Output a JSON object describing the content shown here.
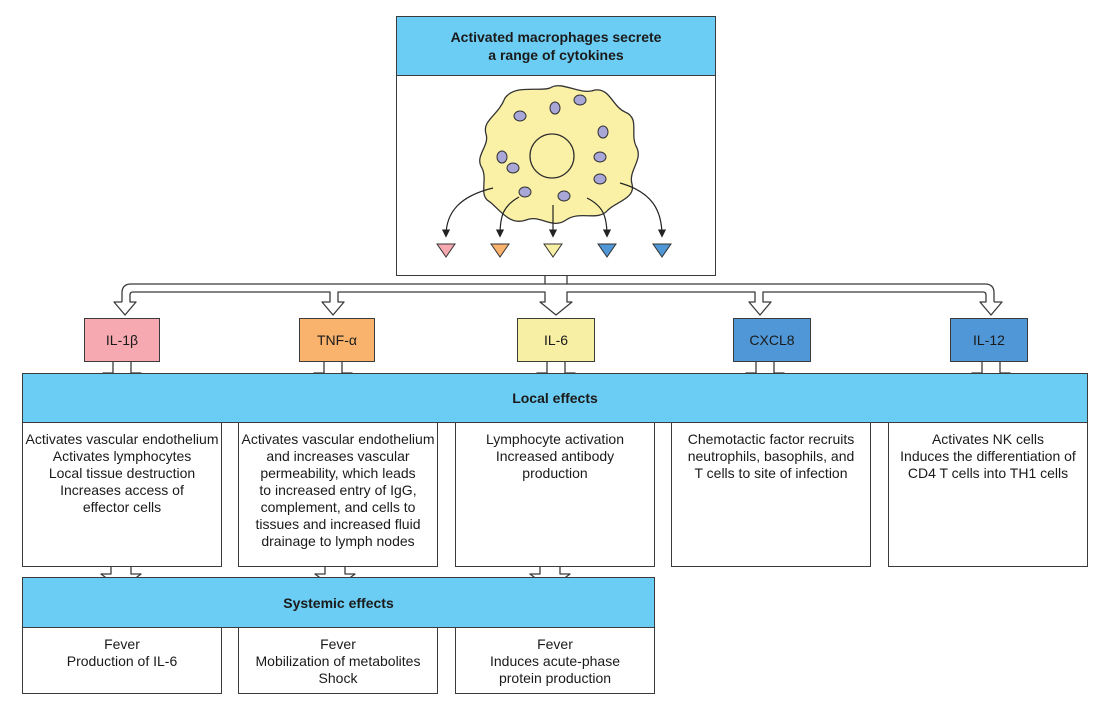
{
  "title": {
    "line1": "Activated macrophages secrete",
    "line2": "a range of cytokines"
  },
  "cytokines": [
    {
      "label": "IL-1β",
      "color": "#f6a9b0"
    },
    {
      "label": "TNF-α",
      "color": "#f9b36d"
    },
    {
      "label": "IL-6",
      "color": "#f7f0a4"
    },
    {
      "label": "CXCL8",
      "color": "#4f97d6"
    },
    {
      "label": "IL-12",
      "color": "#4f97d6"
    }
  ],
  "local": {
    "header": "Local effects",
    "effects": [
      [
        "Activates vascular endothelium",
        "Activates lymphocytes",
        "Local tissue destruction",
        "Increases access of",
        "effector cells"
      ],
      [
        "Activates vascular endothelium",
        "and increases vascular",
        "permeability, which leads",
        "to increased entry of IgG,",
        "complement, and cells to",
        "tissues and increased fluid",
        "drainage to lymph nodes"
      ],
      [
        "Lymphocyte activation",
        "Increased antibody",
        "production"
      ],
      [
        "Chemotactic factor recruits",
        "neutrophils, basophils, and",
        "T cells to site of infection"
      ],
      [
        "Activates NK cells",
        "Induces the differentiation of",
        "CD4 T cells into TH1 cells"
      ]
    ]
  },
  "systemic": {
    "header": "Systemic effects",
    "effects": [
      [
        "Fever",
        "Production of IL-6"
      ],
      [
        "Fever",
        "Mobilization of metabolites",
        "Shock"
      ],
      [
        "Fever",
        "Induces acute-phase",
        "protein production"
      ]
    ]
  },
  "colors": {
    "header_blue": "#6ccdf4",
    "cell_body": "#fbf1a6",
    "granule": "#a9a7d8",
    "il1b": "#f6a9b0",
    "tnfa": "#f9b36d",
    "il6": "#f7f0a4",
    "blue": "#4f97d6"
  }
}
